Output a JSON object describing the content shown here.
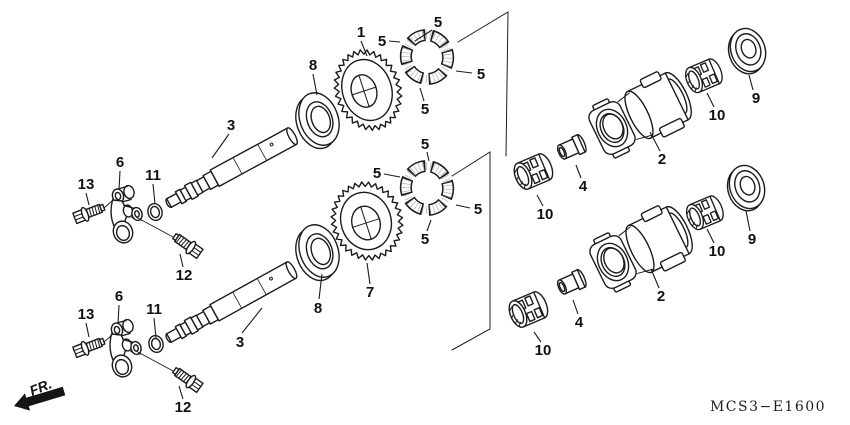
{
  "diagram": {
    "code": "MCS3−E1600",
    "fr_label": "FR.",
    "callouts": {
      "1": "1",
      "2": "2",
      "3": "3",
      "4": "4",
      "5": "5",
      "6": "6",
      "7": "7",
      "8": "8",
      "9": "9",
      "10": "10",
      "11": "11",
      "12": "12",
      "13": "13"
    }
  },
  "colors": {
    "line_color": "#1c1c1c",
    "background": "#ffffff"
  }
}
